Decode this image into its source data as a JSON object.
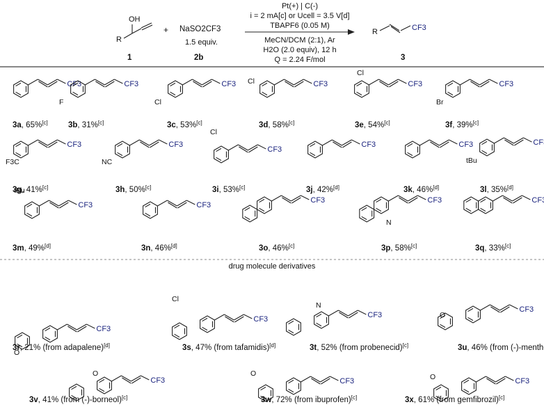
{
  "reaction": {
    "reagent_1_label": "1",
    "reagent_2_formula": "NaSO2CF3",
    "reagent_2_amount": "1.5 equiv.",
    "reagent_2_label": "2b",
    "product_label": "3",
    "plus": "+",
    "oh": "OH",
    "r": "R",
    "cf3": "CF3",
    "conditions_above": [
      "Pt(+) | C(-)",
      "i = 2 mA[c] or Ucell = 3.5 V[d]",
      "TBAPF6 (0.05 M)"
    ],
    "conditions_below": [
      "MeCN/DCM (2:1), Ar",
      "H2O (2.0 equiv), 12 h",
      "Q = 2.24 F/mol"
    ]
  },
  "section_title": "drug molecule derivatives",
  "products": [
    {
      "id": "3a",
      "yield": "65%",
      "note": "[c]",
      "sub": "",
      "from": ""
    },
    {
      "id": "3b",
      "yield": "31%",
      "note": "[c]",
      "sub": "F",
      "from": ""
    },
    {
      "id": "3c",
      "yield": "53%",
      "note": "[c]",
      "sub": "Cl",
      "from": ""
    },
    {
      "id": "3d",
      "yield": "58%",
      "note": "[c]",
      "sub": "Cl",
      "from": ""
    },
    {
      "id": "3e",
      "yield": "54%",
      "note": "[c]",
      "sub": "Cl",
      "from": ""
    },
    {
      "id": "3f",
      "yield": "39%",
      "note": "[c]",
      "sub": "Br",
      "from": ""
    },
    {
      "id": "3g",
      "yield": "41%",
      "note": "[c]",
      "sub": "F3C",
      "from": ""
    },
    {
      "id": "3h",
      "yield": "50%",
      "note": "[c]",
      "sub": "NC",
      "from": ""
    },
    {
      "id": "3i",
      "yield": "53%",
      "note": "[c]",
      "sub": "Cl",
      "from": ""
    },
    {
      "id": "3j",
      "yield": "42%",
      "note": "[d]",
      "sub": "",
      "from": ""
    },
    {
      "id": "3k",
      "yield": "46%",
      "note": "[d]",
      "sub": "",
      "from": ""
    },
    {
      "id": "3l",
      "yield": "35%",
      "note": "[d]",
      "sub": "tBu",
      "from": ""
    },
    {
      "id": "3m",
      "yield": "49%",
      "note": "[d]",
      "sub": "tBu",
      "from": ""
    },
    {
      "id": "3n",
      "yield": "46%",
      "note": "[d]",
      "sub": "",
      "from": ""
    },
    {
      "id": "3o",
      "yield": "46%",
      "note": "[c]",
      "sub": "",
      "from": ""
    },
    {
      "id": "3p",
      "yield": "58%",
      "note": "[c]",
      "sub": "N",
      "from": ""
    },
    {
      "id": "3q",
      "yield": "33%",
      "note": "[c]",
      "sub": "",
      "from": ""
    },
    {
      "id": "3r",
      "yield": "21%",
      "note": "[d]",
      "sub": "O",
      "from": "(from adapalene)"
    },
    {
      "id": "3s",
      "yield": "47%",
      "note": "[d]",
      "sub": "Cl",
      "from": "(from tafamidis)"
    },
    {
      "id": "3t",
      "yield": "52%",
      "note": "[c]",
      "sub": "N",
      "from": "(from probenecid)"
    },
    {
      "id": "3u",
      "yield": "46%",
      "note": "[c]",
      "sub": "O",
      "from": "(from (-)-menthol)"
    },
    {
      "id": "3v",
      "yield": "41%",
      "note": "[c]",
      "sub": "O",
      "from": "(from (-)-borneol)"
    },
    {
      "id": "3w",
      "yield": "72%",
      "note": "[c]",
      "sub": "O",
      "from": "(from ibuprofen)"
    },
    {
      "id": "3x",
      "yield": "61%",
      "note": "[c]",
      "sub": "O",
      "from": "(from gemfibrozil)"
    }
  ]
}
